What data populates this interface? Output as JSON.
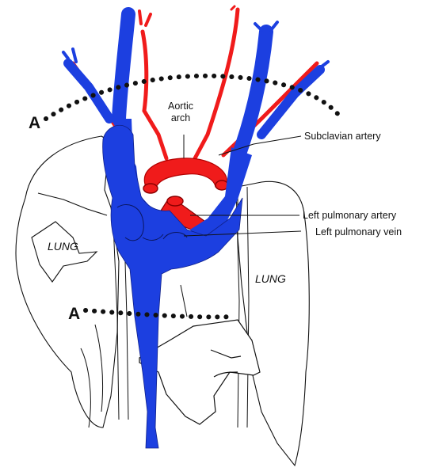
{
  "labels": {
    "aortic_arch_line1": "Aortic",
    "aortic_arch_line2": "arch",
    "subclavian_artery": "Subclavian artery",
    "left_pulmonary_artery": "Left pulmonary artery",
    "left_pulmonary_vein": "Left pulmonary vein",
    "lung_left_side": "LUNG",
    "lung_right_side": "LUNG",
    "section_upper": "A",
    "section_lower": "A"
  },
  "colors": {
    "vein": "#1c3fe0",
    "artery": "#f01b1b",
    "outline": "#111111",
    "background": "#ffffff"
  }
}
